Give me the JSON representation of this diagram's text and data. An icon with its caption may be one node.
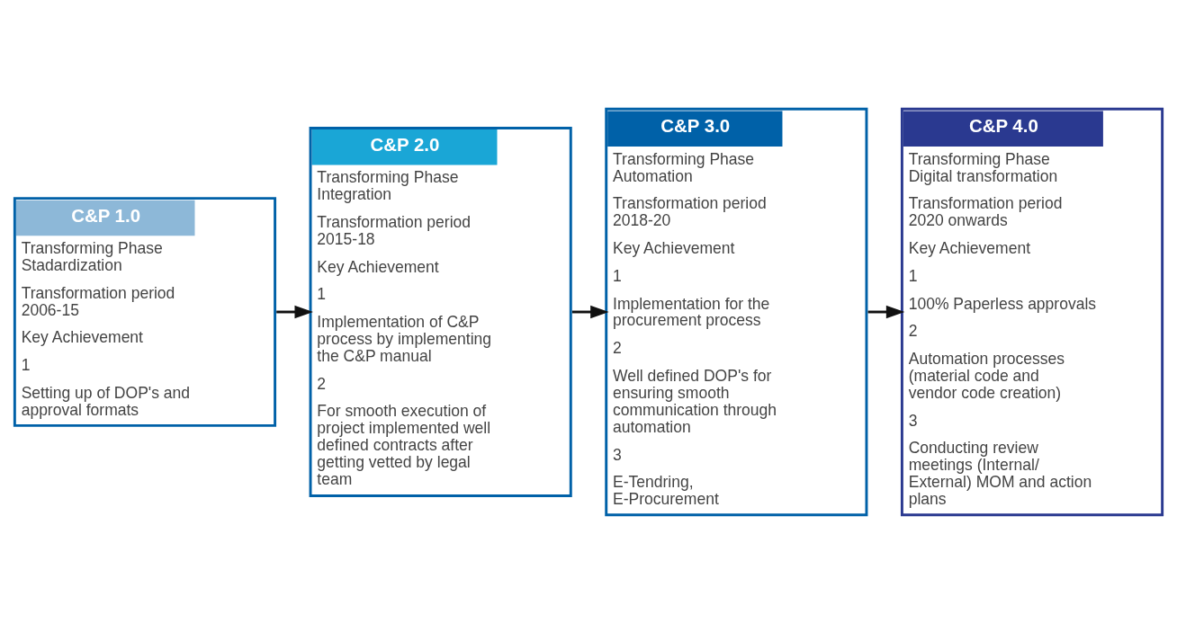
{
  "diagram": {
    "nodes": [
      {
        "text": [
          "C&P 1.0",
          "Transforming Phase Stadardization",
          "Transformation period 2006-15",
          "Key Achievement",
          "1",
          "Setting up of DOP's and approval formats"
        ]
      },
      {
        "text": [
          "C&P 2.0",
          "Transforming Phase Integration",
          "Transformation period 2015-18",
          "Key Achievement",
          "1",
          "Implementation of C&P process by implementing the C&P manual",
          "2",
          "For smooth execution of project implemented well defined contracts after getting vetted by legal team"
        ]
      },
      {
        "text": [
          "C&P 3.0",
          "Transforming Phase Automation",
          "Transformation period 2018-20",
          "Key Achievement",
          "1",
          "Implementation for the procurement process",
          "2",
          "Well defined DOP's for ensuring smooth communication through automation",
          "3",
          "E-Tendring, E-Procurement"
        ]
      },
      {
        "text": [
          "C&P 4.0",
          "Transforming Phase Digital transformation",
          "Transformation period 2020 onwards",
          "Key Achievement",
          "1",
          "100% Paperless approvals",
          "2",
          "Automation processes (material code and vendor code creation)",
          "3",
          "Conducting review meetings (Internal/ External) MOM and action plans"
        ]
      }
    ],
    "edges": [
      {
        "from": 0,
        "to": 1,
        "arrow": "to"
      },
      {
        "from": 1,
        "to": 2,
        "arrow": "to"
      },
      {
        "from": 2,
        "to": 3,
        "arrow": "to"
      }
    ]
  }
}
